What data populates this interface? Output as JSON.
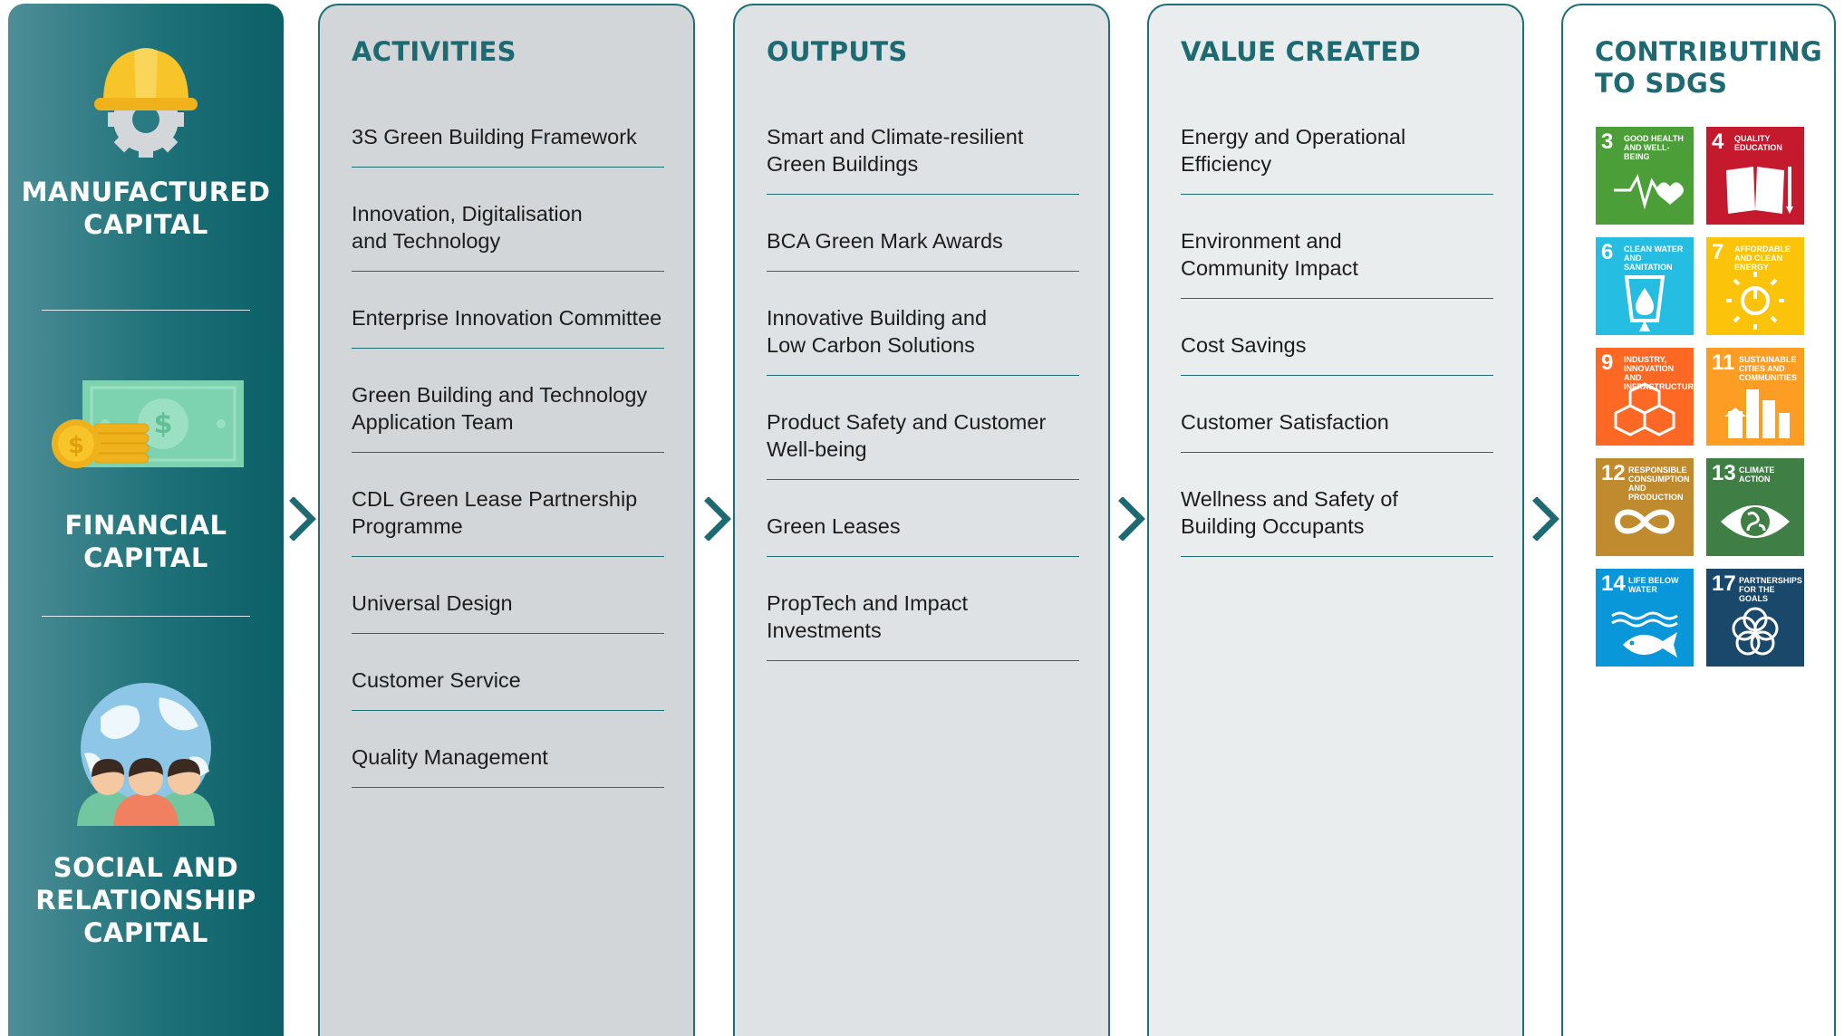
{
  "capitals": [
    {
      "label": "MANUFACTURED CAPITAL"
    },
    {
      "label": "FINANCIAL CAPITAL"
    },
    {
      "label": "SOCIAL AND RELATIONSHIP CAPITAL"
    }
  ],
  "activities": {
    "title": "ACTIVITIES",
    "items": [
      "3S Green Building Framework",
      "Innovation, Digitalisation\nand Technology",
      "Enterprise Innovation Committee",
      "Green Building and Technology\nApplication Team",
      "CDL Green Lease Partnership\nProgramme",
      "Universal Design",
      "Customer Service",
      "Quality Management"
    ]
  },
  "outputs": {
    "title": "OUTPUTS",
    "items": [
      "Smart and Climate-resilient\nGreen Buildings",
      "BCA Green Mark Awards",
      "Innovative Building and\nLow Carbon Solutions",
      "Product Safety and Customer\nWell-being",
      "Green Leases",
      "PropTech and Impact\nInvestments"
    ]
  },
  "value_created": {
    "title": "VALUE CREATED",
    "items": [
      "Energy and Operational\nEfficiency",
      "Environment and\nCommunity Impact",
      "Cost Savings",
      "Customer Satisfaction",
      "Wellness and Safety of\nBuilding Occupants"
    ]
  },
  "sdgs": {
    "title": "CONTRIBUTING\nTO SDGS",
    "tiles": [
      {
        "number": "3",
        "name": "GOOD HEALTH AND WELL-BEING",
        "color": "#4c9f38",
        "icon": "heartbeat-icon"
      },
      {
        "number": "4",
        "name": "QUALITY EDUCATION",
        "color": "#c5192d",
        "icon": "book-icon"
      },
      {
        "number": "6",
        "name": "CLEAN WATER AND SANITATION",
        "color": "#26bde2",
        "icon": "water-drop-icon"
      },
      {
        "number": "7",
        "name": "AFFORDABLE AND CLEAN ENERGY",
        "color": "#fcc30b",
        "icon": "sun-power-icon"
      },
      {
        "number": "9",
        "name": "INDUSTRY, INNOVATION AND INFRASTRUCTURE",
        "color": "#fd6925",
        "icon": "cubes-icon"
      },
      {
        "number": "11",
        "name": "SUSTAINABLE CITIES AND COMMUNITIES",
        "color": "#fd9d24",
        "icon": "city-icon"
      },
      {
        "number": "12",
        "name": "RESPONSIBLE CONSUMPTION AND PRODUCTION",
        "color": "#bf8b2e",
        "icon": "infinity-icon"
      },
      {
        "number": "13",
        "name": "CLIMATE ACTION",
        "color": "#3f7e44",
        "icon": "eye-globe-icon"
      },
      {
        "number": "14",
        "name": "LIFE BELOW WATER",
        "color": "#0a97d9",
        "icon": "fish-icon"
      },
      {
        "number": "17",
        "name": "PARTNERSHIPS FOR THE GOALS",
        "color": "#19486a",
        "icon": "flower-rings-icon"
      }
    ]
  },
  "colors": {
    "accent_teal": "#1e6a72",
    "capital_gradient": [
      "#4e8e98",
      "#0b5f66"
    ],
    "activities_bg": "#d3d6d8",
    "outputs_bg": "#dfe2e4",
    "value_bg": "#eaedee"
  }
}
